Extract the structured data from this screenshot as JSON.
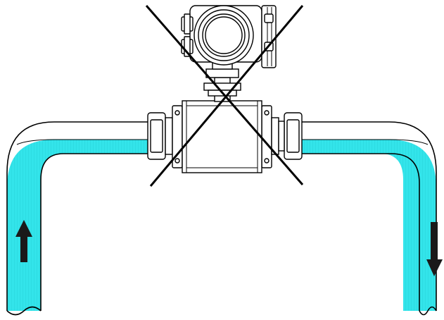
{
  "diagram": {
    "subject": "electromagnetic-flowmeter-installation",
    "verdict": "incorrect",
    "flow_left": "up",
    "flow_right": "down"
  },
  "colors": {
    "fluid": "#33e4ea",
    "fluid_dark": "#1fc9cf",
    "line": "#000000",
    "pipe_empty": "#ffffff",
    "arrow": "#1a1a1a"
  }
}
